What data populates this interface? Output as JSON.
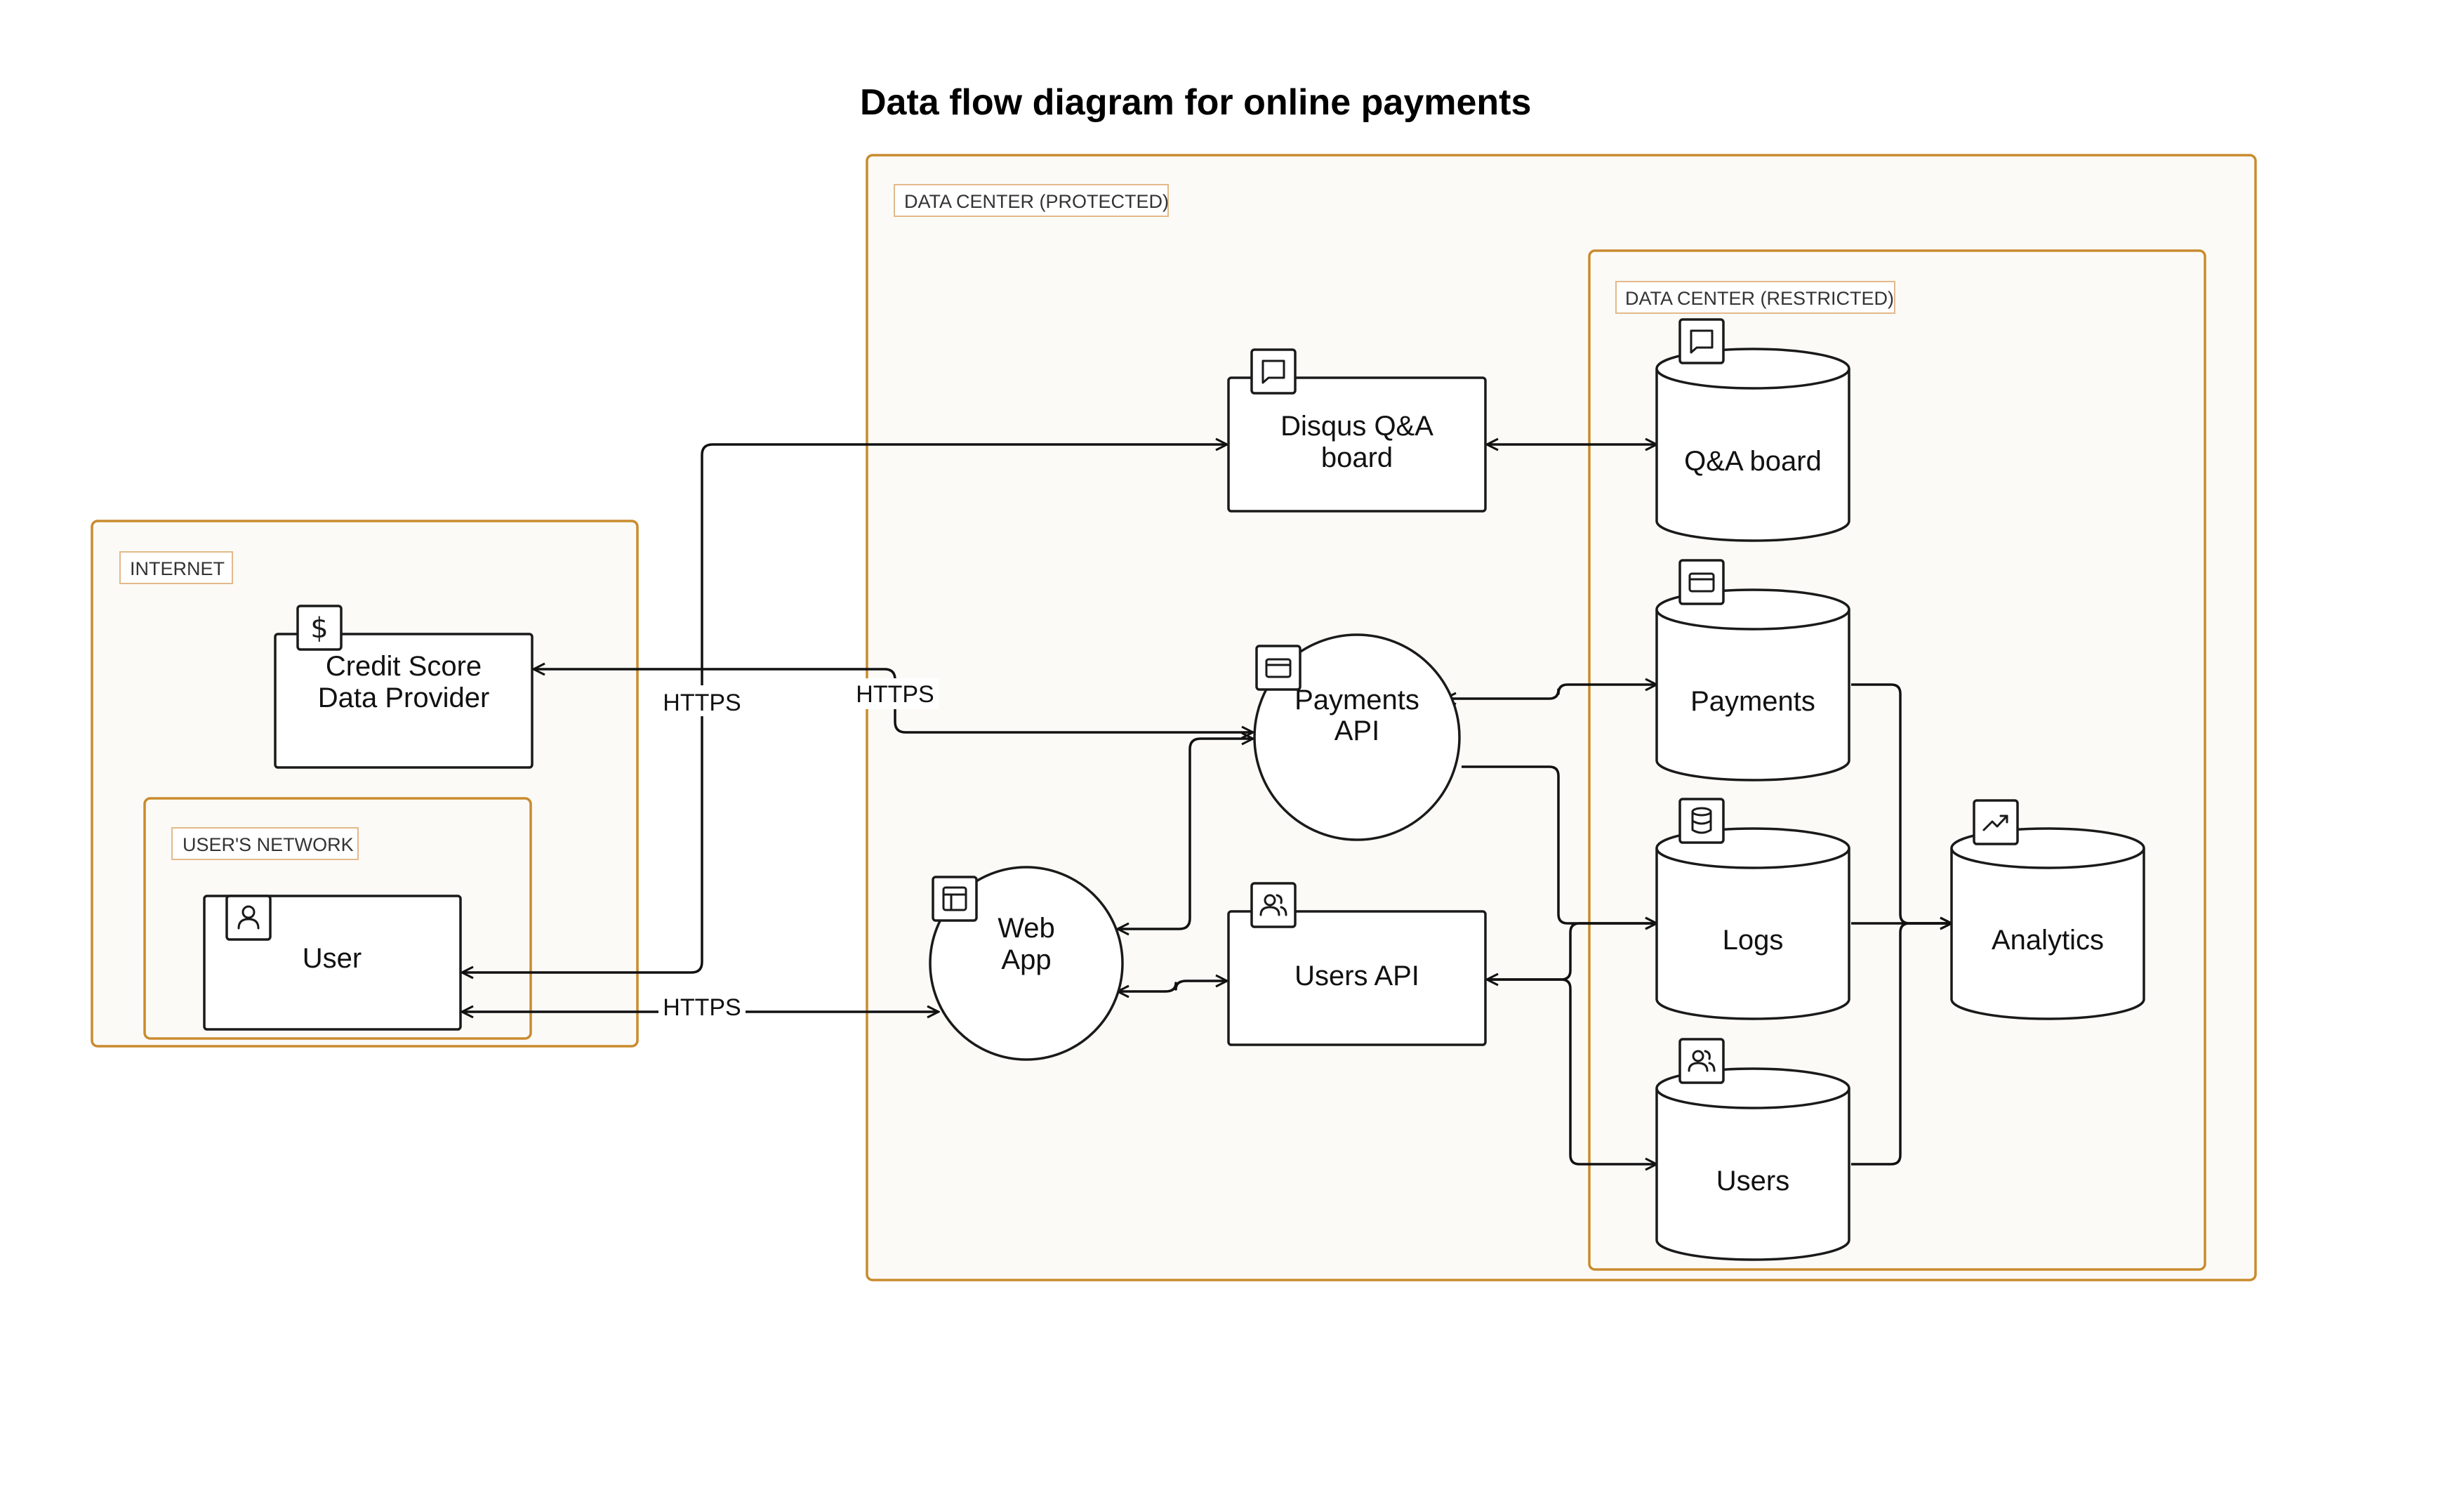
{
  "title": "Data flow diagram for online payments",
  "zones": {
    "protected": "DATA CENTER (PROTECTED)",
    "restricted": "DATA CENTER (RESTRICTED)",
    "internet": "INTERNET",
    "users_network": "USER'S NETWORK"
  },
  "nodes": {
    "credit_score": [
      "Credit Score",
      "Data Provider"
    ],
    "user": [
      "User"
    ],
    "disqus": [
      "Disqus Q&A",
      "board"
    ],
    "payments_api": [
      "Payments",
      "API"
    ],
    "web_app": [
      "Web",
      "App"
    ],
    "users_api": [
      "Users API"
    ],
    "qa_board": [
      "Q&A board"
    ],
    "payments_db": [
      "Payments"
    ],
    "logs": [
      "Logs"
    ],
    "users_db": [
      "Users"
    ],
    "analytics": [
      "Analytics"
    ]
  },
  "edge_labels": {
    "https_internet": "HTTPS",
    "https_payments": "HTTPS",
    "https_webapp": "HTTPS"
  },
  "icons": {
    "credit_score": "dollar-icon",
    "user": "user-icon",
    "disqus": "chat-icon",
    "payments_api": "credit-card-icon",
    "web_app": "layout-icon",
    "users_api": "users-icon",
    "qa_board": "chat-icon",
    "payments_db": "credit-card-icon",
    "logs": "database-icon",
    "users_db": "users-icon",
    "analytics": "trend-up-icon"
  },
  "colors": {
    "zone_border": "#c98b2e",
    "zone_fill": "#fbfaf6",
    "stroke": "#1a1a1a"
  }
}
